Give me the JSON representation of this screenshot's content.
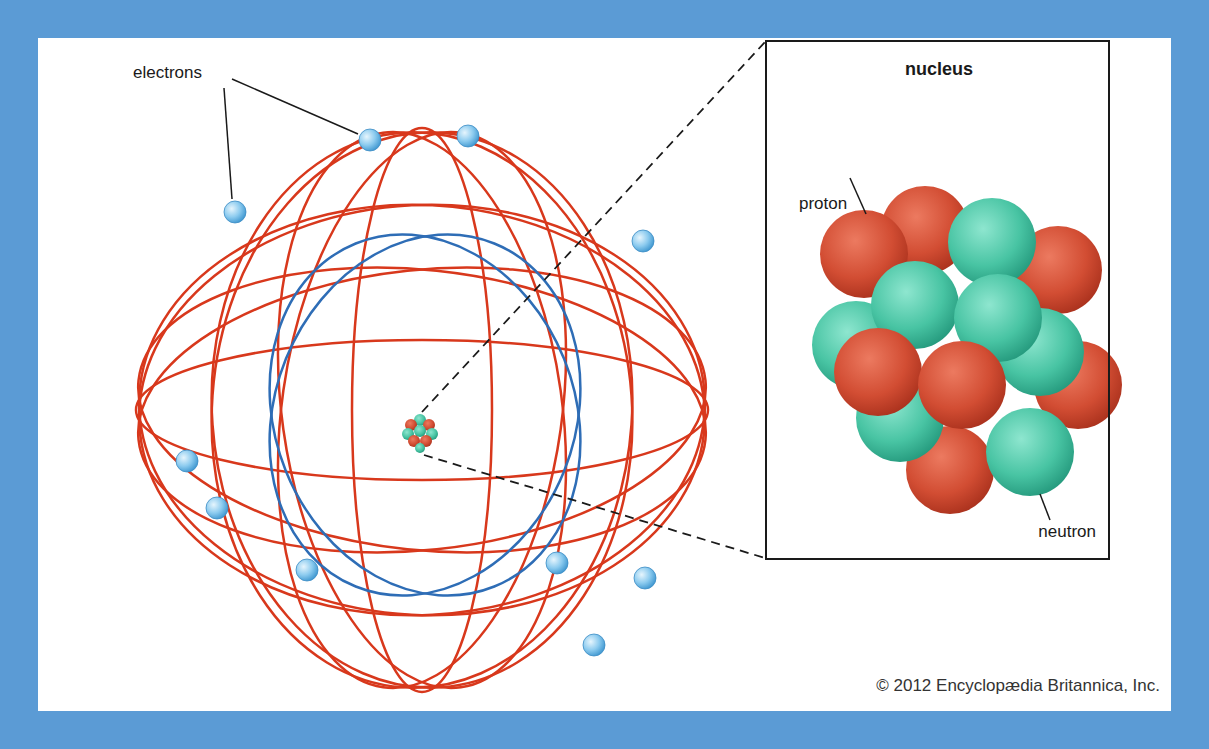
{
  "diagram": {
    "nodes": [
      {
        "text": [
          "nucleus",
          "proton",
          "neutron"
        ]
      }
    ],
    "labels": [
      "electrons",
      "© 2012 Encyclopædia Britannica, Inc."
    ]
  }
}
